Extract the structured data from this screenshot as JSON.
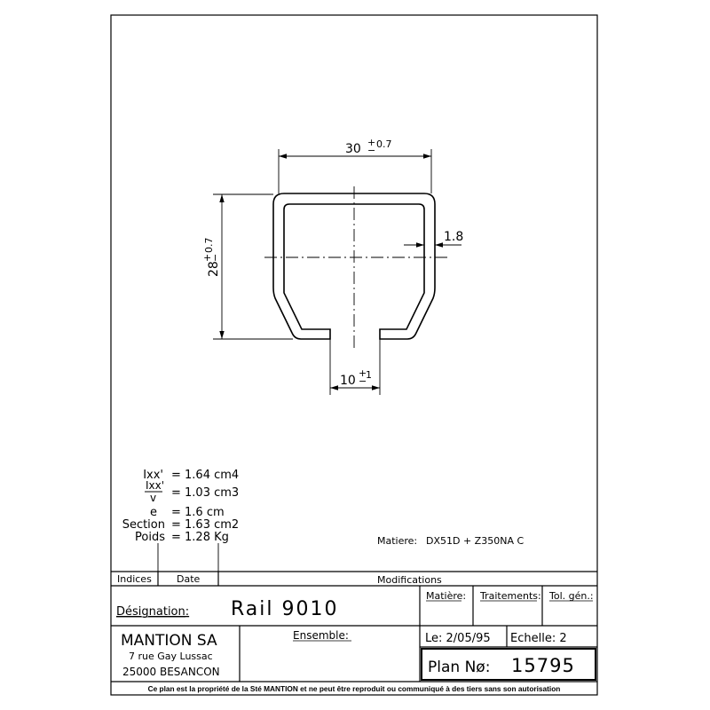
{
  "drawing": {
    "dimensions": {
      "width": {
        "value": "30",
        "tol_top": "+",
        "tol_bottom": "−",
        "tol": "0.7"
      },
      "height": {
        "value": "28",
        "tol_top": "+",
        "tol_bottom": "−",
        "tol": "0.7"
      },
      "thickness": {
        "value": "1.8"
      },
      "opening": {
        "value": "10",
        "tol_top": "+",
        "tol_bottom": "−",
        "tol": "1"
      }
    }
  },
  "properties": {
    "ixx_label": "Ixx'",
    "ixx_value": "= 1.64 cm4",
    "ixxv_num": "Ixx'",
    "ixxv_den": "v",
    "ixxv_value": "= 1.03 cm3",
    "e_label": "e",
    "e_value": "= 1.6 cm",
    "section_label": "Section",
    "section_value": "= 1.63 cm2",
    "poids_label": "Poids",
    "poids_value": "= 1.28 Kg"
  },
  "material": {
    "label": "Matiere:",
    "value": "DX51D + Z350NA C"
  },
  "title_block": {
    "indices": "Indices",
    "date": "Date",
    "modifications": "Modifications",
    "designation_label": "Désignation:",
    "designation_value": "Rail 9010",
    "matiere": "Matière:",
    "traitements": "Traitements:",
    "tol_gen": "Tol. gén.:",
    "company": "MANTION SA",
    "address1": "7 rue Gay Lussac",
    "address2": "25000 BESANCON",
    "ensemble": "Ensemble:",
    "date_value": "Le: 2/05/95",
    "echelle": "Echelle: 2",
    "plan_label": "Plan Nø:",
    "plan_number": "15795",
    "footer": "Ce plan est la propriété de la Sté MANTION et ne peut être reproduit ou communiqué à des tiers sans son autorisation"
  }
}
